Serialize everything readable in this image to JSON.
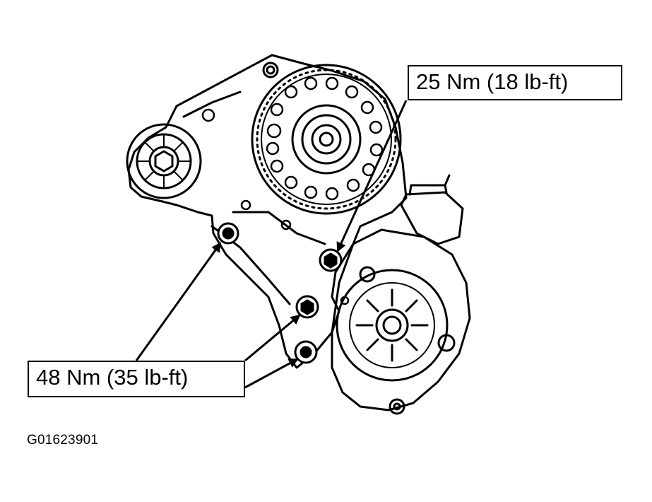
{
  "callouts": {
    "top": "25 Nm (18 lb-ft)",
    "bottom": "48 Nm (35 lb-ft)"
  },
  "figure_id": "G01623901",
  "colors": {
    "ink": "#000000",
    "paper": "#ffffff"
  }
}
